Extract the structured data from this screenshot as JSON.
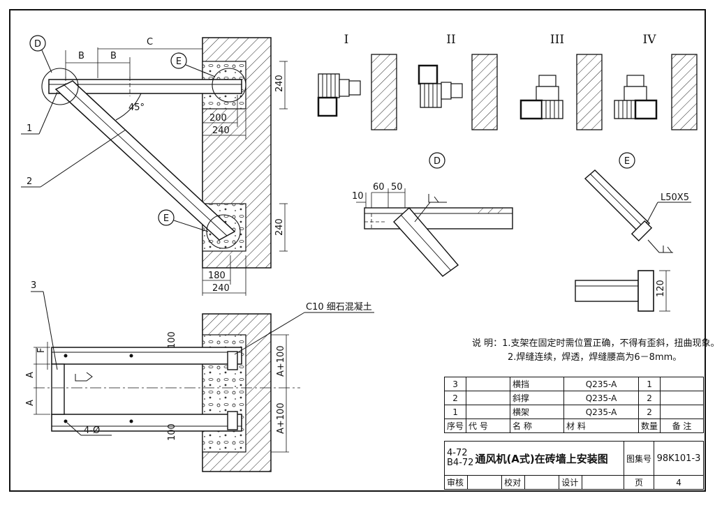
{
  "views": {
    "detail_d_marker": "D",
    "detail_e_marker": "E",
    "roman": [
      "I",
      "II",
      "III",
      "IV"
    ],
    "part_numbers": [
      "1",
      "2",
      "3"
    ]
  },
  "dimensions": {
    "b1": "B",
    "b2": "B",
    "c": "C",
    "angle": "45°",
    "d200": "200",
    "d240_top": "240",
    "d240_v1": "240",
    "d240_v2": "240",
    "d180": "180",
    "d240_bot": "240",
    "d10": "10",
    "d60": "60",
    "d50": "50",
    "angle_label": "L50X5",
    "d120": "120",
    "d100_top": "100",
    "d100_bot": "100",
    "a_plus_100_top": "A+100",
    "a_plus_100_bot": "A+100",
    "a1": "A",
    "a2": "A",
    "f": "F",
    "holes": "4-Ø",
    "concrete": "C10 细石混凝土"
  },
  "notes": {
    "label": "说  明：",
    "line1": "1.支架在固定时需位置正确，不得有歪斜，扭曲现象。",
    "line2": "2.焊缝连续，焊透，焊缝腰高为6－8mm。"
  },
  "parts_table": {
    "rows": [
      {
        "no": "3",
        "code": "",
        "name": "横挡",
        "material": "Q235-A",
        "qty": "1",
        "remark": ""
      },
      {
        "no": "2",
        "code": "",
        "name": "斜撑",
        "material": "Q235-A",
        "qty": "2",
        "remark": ""
      },
      {
        "no": "1",
        "code": "",
        "name": "横架",
        "material": "Q235-A",
        "qty": "2",
        "remark": ""
      }
    ],
    "headers": {
      "no": "序号",
      "code": "代    号",
      "name": "名    称",
      "material": "材                料",
      "qty": "数量",
      "remark": "备    注"
    }
  },
  "title_block": {
    "model_line1": "4-72",
    "model_line2": "B4-72",
    "title": "通风机(A式)在砖墙上安装图",
    "atlas_label": "图集号",
    "atlas_no": "98K101-3",
    "review": "审核",
    "check": "校对",
    "design": "设计",
    "page_label": "页",
    "page_no": "4"
  }
}
